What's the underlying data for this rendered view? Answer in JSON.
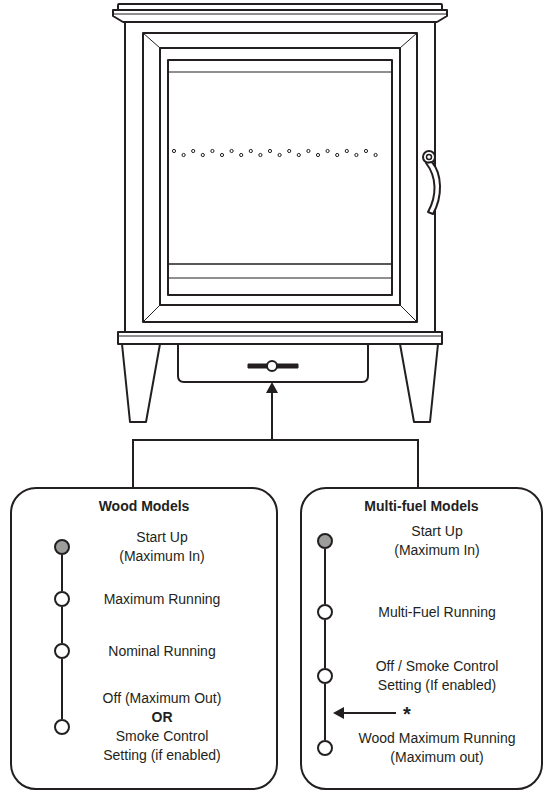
{
  "diagram": {
    "nodes": [
      {
        "text": [
          "Wood Models"
        ]
      },
      {
        "text": [
          "Start Up (Maximum In)"
        ],
        "in": 0
      },
      {
        "text": [
          "Maximum Running"
        ],
        "in": 0
      },
      {
        "text": [
          "Nominal Running"
        ],
        "in": 0
      },
      {
        "text": [
          "Off (Maximum Out)",
          "OR",
          "Smoke Control Setting (if enabled)"
        ],
        "in": 0
      },
      {
        "text": [
          "Multi-fuel Models"
        ]
      },
      {
        "text": [
          "Start Up (Maximum In)"
        ],
        "in": 5
      },
      {
        "text": [
          "Multi-Fuel Running"
        ],
        "in": 5
      },
      {
        "text": [
          "Off / Smoke Control Setting (If enabled)"
        ],
        "in": 5
      },
      {
        "text": [
          "Wood Maximum Running (Maximum out)"
        ],
        "in": 5
      }
    ],
    "edges": [
      {
        "from": 1,
        "to": 2,
        "arrow": "none"
      },
      {
        "from": 2,
        "to": 3,
        "arrow": "none"
      },
      {
        "from": 3,
        "to": 4,
        "arrow": "none"
      },
      {
        "from": 6,
        "to": 7,
        "arrow": "none"
      },
      {
        "from": 7,
        "to": 8,
        "arrow": "none"
      },
      {
        "from": 8,
        "to": 9,
        "arrow": "none"
      }
    ],
    "labels": [
      "*"
    ]
  }
}
